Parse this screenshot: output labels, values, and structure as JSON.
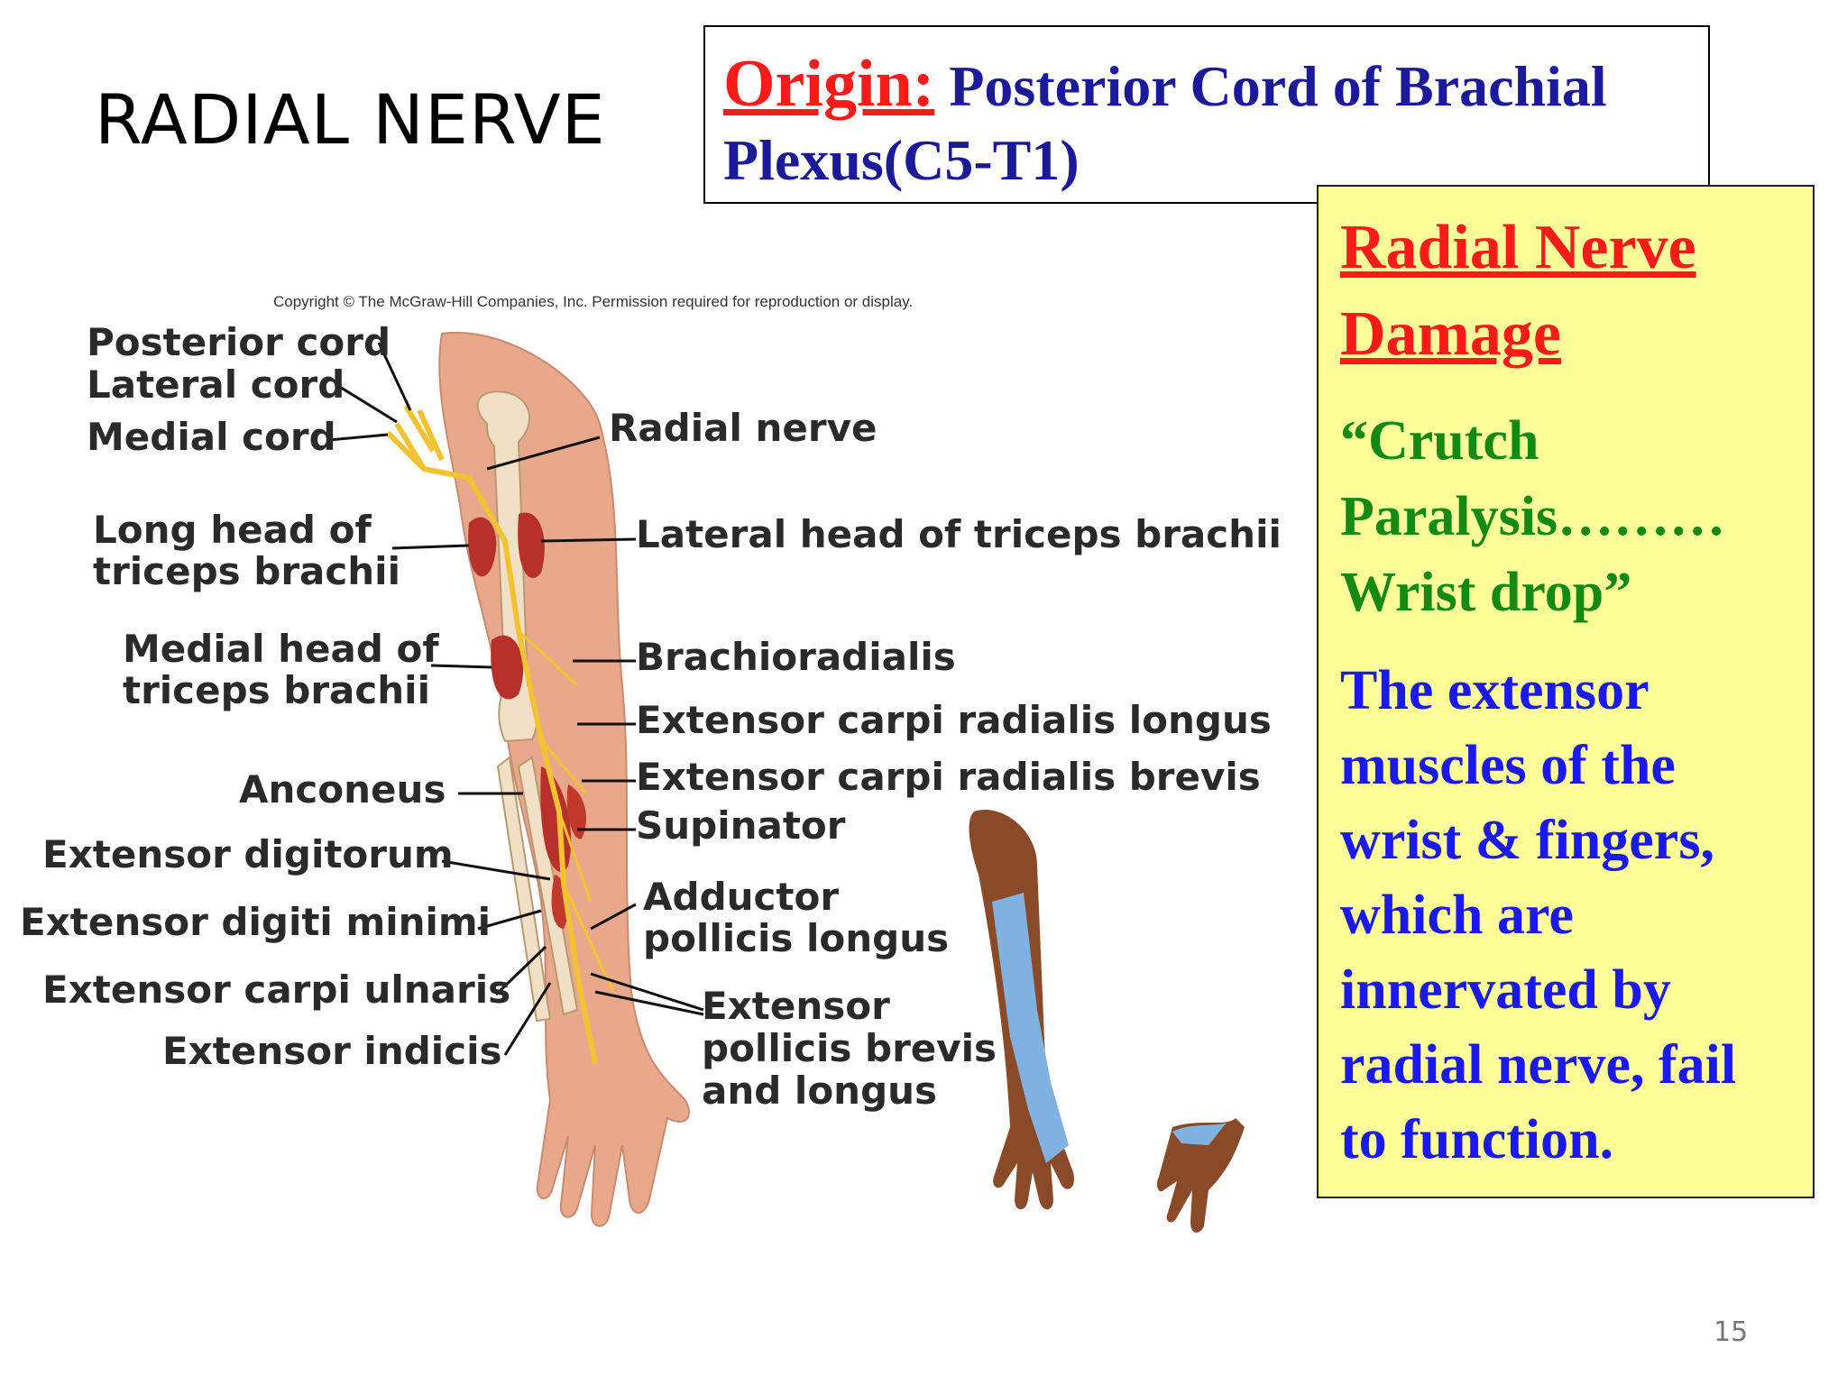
{
  "slide": {
    "title": "RADIAL NERVE",
    "page_number": "15"
  },
  "origin": {
    "label": "Origin:",
    "text_line1": "Posterior Cord of Brachial",
    "text_line2": "Plexus(C5-T1)"
  },
  "damage": {
    "title_line1": "Radial Nerve",
    "title_line2": "Damage",
    "quote_line1": "“Crutch",
    "quote_line2": "Paralysis………",
    "quote_line3": "Wrist drop”",
    "desc_lines": [
      "The extensor",
      "muscles of the",
      "wrist & fingers,",
      "which are",
      "innervated by",
      "radial nerve, fail",
      "to function."
    ]
  },
  "figure": {
    "copyright": "Copyright © The McGraw-Hill Companies, Inc. Permission required for reproduction or display.",
    "labels": {
      "posterior_cord": "Posterior cord",
      "lateral_cord": "Lateral cord",
      "medial_cord": "Medial cord",
      "long_head_1": "Long head of",
      "long_head_2": "triceps brachii",
      "medial_head_1": "Medial head of",
      "medial_head_2": "triceps brachii",
      "anconeus": "Anconeus",
      "extensor_digitorum": "Extensor digitorum",
      "extensor_digiti_minimi": "Extensor digiti minimi",
      "extensor_carpi_ulnaris": "Extensor carpi ulnaris",
      "extensor_indicis": "Extensor indicis",
      "radial_nerve": "Radial nerve",
      "lateral_head": "Lateral head of triceps brachii",
      "brachioradialis": "Brachioradialis",
      "ecr_longus": "Extensor carpi radialis longus",
      "ecr_brevis": "Extensor carpi radialis brevis",
      "supinator": "Supinator",
      "adductor_1": "Adductor",
      "adductor_2": "pollicis longus",
      "epb_1": "Extensor",
      "epb_2": "pollicis brevis",
      "epb_3": "and longus"
    }
  },
  "colors": {
    "origin_label": "#ff1a1a",
    "origin_text": "#1a1a9a",
    "damage_bg": "#ffff99",
    "damage_title": "#ff1a1a",
    "damage_quote": "#138a13",
    "damage_desc": "#1a1aee",
    "skin": "#e8a98a",
    "muscle": "#b8302a",
    "nerve": "#f2c230",
    "sensory_area": "#7fb2e0"
  }
}
